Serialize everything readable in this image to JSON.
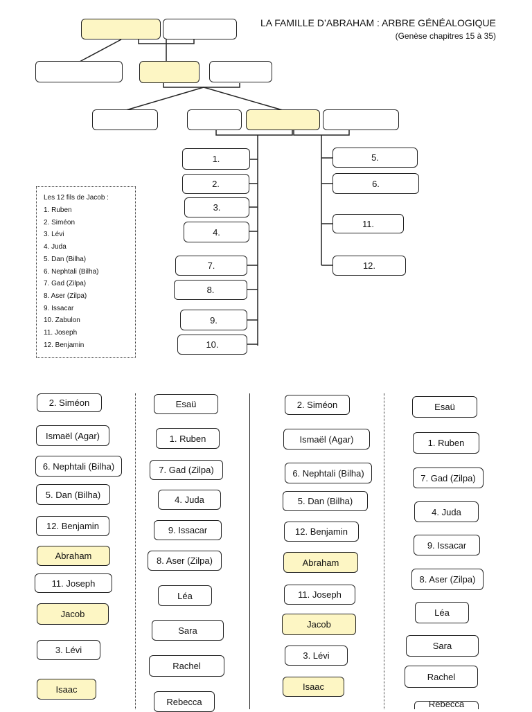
{
  "title": "LA FAMILLE D’ABRAHAM : ARBRE GÉNÉALOGIQUE",
  "subtitle": "(Genèse chapitres 15 à 35)",
  "son_slots": [
    "1.",
    "2.",
    "3.",
    "4.",
    "5.",
    "6.",
    "7.",
    "8.",
    "9.",
    "10.",
    "11.",
    "12."
  ],
  "legend": {
    "heading": "Les 12 fils de Jacob :",
    "items": [
      "1. Ruben",
      "2. Siméon",
      "3. Lévi",
      "4. Juda",
      "5. Dan (Bilha)",
      "6. Nephtali (Bilha)",
      "7. Gad (Zilpa)",
      "8. Aser (Zilpa)",
      "9. Issacar",
      "10. Zabulon",
      "11. Joseph",
      "12. Benjamin"
    ]
  },
  "cards": {
    "col1": [
      "2. Siméon",
      "Ismaël (Agar)",
      "6. Nephtali (Bilha)",
      "5. Dan (Bilha)",
      "12. Benjamin",
      "Abraham",
      "11. Joseph",
      "Jacob",
      "3. Lévi",
      "Isaac"
    ],
    "col2": [
      "Esaü",
      "1. Ruben",
      "7. Gad (Zilpa)",
      "4. Juda",
      "9. Issacar",
      "8. Aser (Zilpa)",
      "Léa",
      "Sara",
      "Rachel",
      "Rebecca"
    ],
    "col3": [
      "2. Siméon",
      "Ismaël (Agar)",
      "6. Nephtali (Bilha)",
      "5. Dan (Bilha)",
      "12. Benjamin",
      "Abraham",
      "11. Joseph",
      "Jacob",
      "3. Lévi",
      "Isaac"
    ],
    "col4": [
      "Esaü",
      "1. Ruben",
      "7. Gad (Zilpa)",
      "4. Juda",
      "9. Issacar",
      "8. Aser (Zilpa)",
      "Léa",
      "Sara",
      "Rachel",
      "Rebecca"
    ]
  }
}
